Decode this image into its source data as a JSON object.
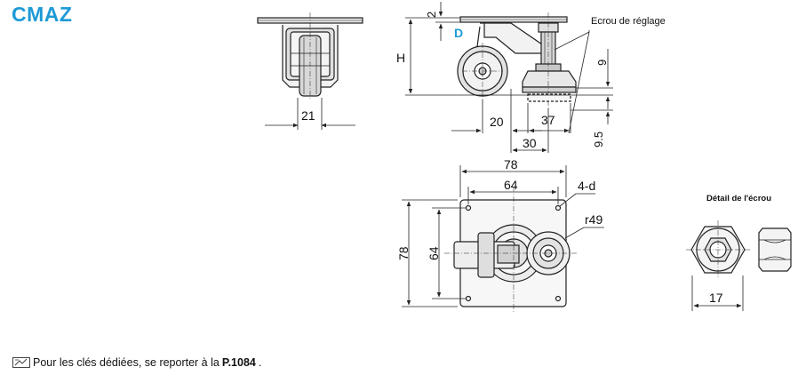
{
  "title": "CMAZ",
  "labels": {
    "adjust_nut": "Ecrou de réglage",
    "nut_detail": "Détail de l'écrou",
    "D": "D",
    "H": "H",
    "four_d": "4-d",
    "r49": "r49"
  },
  "dims": {
    "d2": "2",
    "d9": "9",
    "d9_5": "9.5",
    "d20": "20",
    "d37": "37",
    "d30": "30",
    "d21": "21",
    "d78_top": "78",
    "d64_top": "64",
    "d78_side": "78",
    "d64_side": "64",
    "d17": "17"
  },
  "note": {
    "text": "Pour les clés dédiées, se reporter à la ",
    "page_ref": "P.1084",
    "end": ".",
    "icon": "book-reference-icon"
  },
  "colors": {
    "title": "#1e9ad6",
    "line": "#222222",
    "fill_light": "#e6e6e6",
    "fill_mid": "#bdbdbd"
  }
}
